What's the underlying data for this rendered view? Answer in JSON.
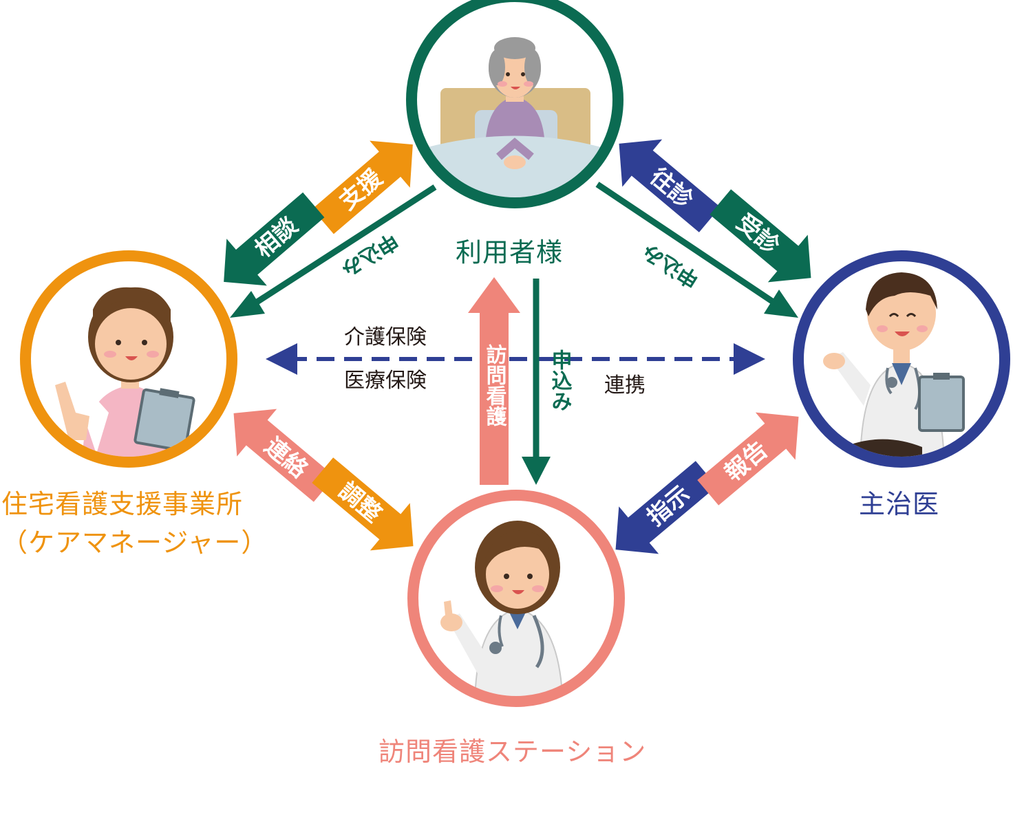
{
  "colors": {
    "user": "#0b6b52",
    "caremanager": "#ef930f",
    "doctor": "#2f3f94",
    "nursing": "#ef857a"
  },
  "nodes": {
    "user": {
      "label": "利用者様",
      "icon": "elderly-woman-in-bed-icon"
    },
    "caremanager": {
      "label_line1": "住宅看護支援事業所",
      "label_line2": "（ケアマネージャー）",
      "icon": "care-manager-woman-with-clipboard-icon"
    },
    "doctor": {
      "label": "主治医",
      "icon": "male-doctor-with-clipboard-icon"
    },
    "nursing": {
      "label": "訪問看護ステーション",
      "icon": "female-nurse-with-stethoscope-icon"
    }
  },
  "arrows": {
    "support": "支援",
    "consult": "相談",
    "apply_left": "申込み",
    "visit_medical": "往診",
    "consult_medical": "受診",
    "apply_right": "申込み",
    "insurance_care": "介護保険",
    "insurance_medical": "医療保険",
    "home_nursing": "訪問看護",
    "apply_center": "申込み",
    "cooperation": "連携",
    "contact": "連絡",
    "adjust": "調整",
    "instruct": "指示",
    "report": "報告"
  }
}
